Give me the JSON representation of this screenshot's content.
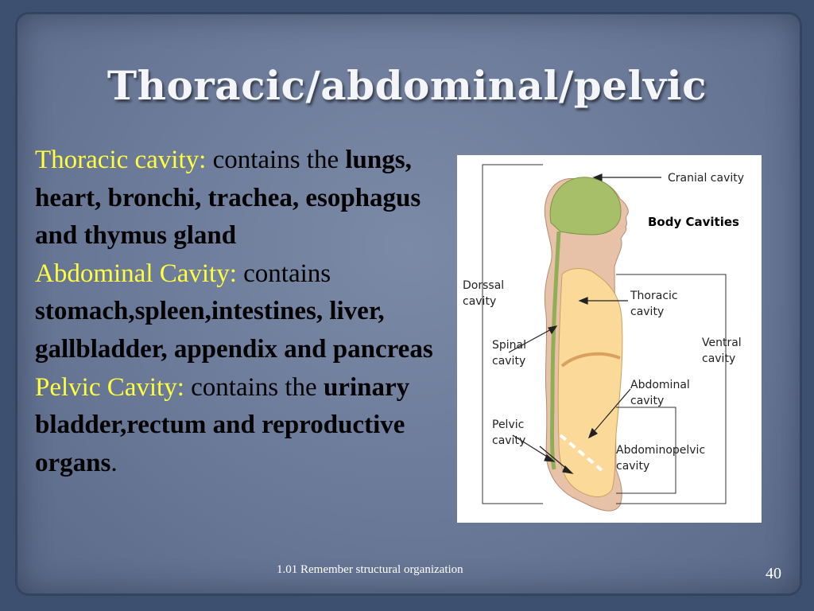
{
  "title": "Thoracic/abdominal/pelvic",
  "thoracic": {
    "label": "Thoracic cavity:",
    "intro": "contains the",
    "organs": "lungs, heart, bronchi, trachea, esophagus and thymus gland"
  },
  "abdominal": {
    "label": "Abdominal Cavity:",
    "intro": "contains",
    "organs": "stomach,spleen,intestines, liver, gallbladder, appendix and pancreas"
  },
  "pelvic": {
    "label": "Pelvic Cavity:",
    "intro": "contains the",
    "organs": "urinary bladder,rectum and reproductive organs",
    "end": "."
  },
  "figure": {
    "heading": "Body Cavities",
    "labels": {
      "cranial": "Cranial cavity",
      "dorsal_1": "Dorssal",
      "dorsal_2": "cavity",
      "spinal_1": "Spinal",
      "spinal_2": "cavity",
      "pelvic_1": "Pelvic",
      "pelvic_2": "cavity",
      "thoracic_1": "Thoracic",
      "thoracic_2": "cavity",
      "ventral_1": "Ventral",
      "ventral_2": "cavity",
      "abdominal_1": "Abdominal",
      "abdominal_2": "cavity",
      "abdominopelvic_1": "Abdominopelvic",
      "abdominopelvic_2": "cavity"
    }
  },
  "footer": "1.01 Remember structural organization",
  "page_number": "40"
}
